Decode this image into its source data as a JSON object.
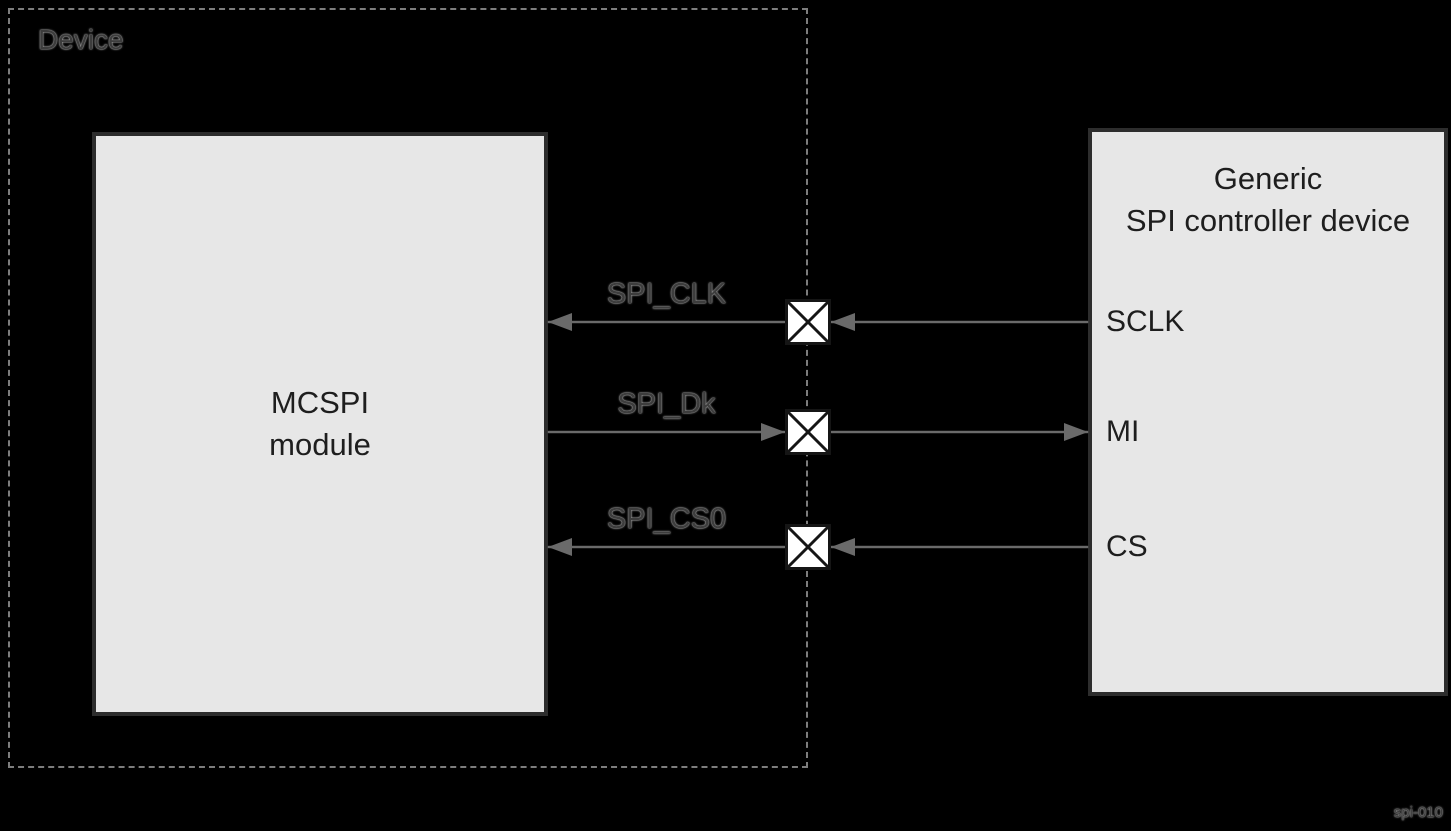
{
  "diagram": {
    "device_label": "Device",
    "mcspi": {
      "line1": "MCSPI",
      "line2": "module"
    },
    "controller": {
      "line1": "Generic",
      "line2": "SPI controller device",
      "ports": [
        "SCLK",
        "MI",
        "CS"
      ]
    },
    "signals": [
      {
        "label": "SPI_CLK",
        "direction": "left",
        "connects_to": "SCLK"
      },
      {
        "label": "SPI_Dk",
        "direction": "right",
        "connects_to": "MI"
      },
      {
        "label": "SPI_CS0",
        "direction": "left",
        "connects_to": "CS"
      }
    ],
    "watermark": "spi-010",
    "colors": {
      "background": "#000000",
      "box_fill": "#e7e7e7",
      "box_border": "#2d2d2d",
      "box_text": "#1e1e1e",
      "wire": "#6a6a6a",
      "boundary_dash": "#7d7d7d",
      "pad_fill": "#ffffff",
      "pad_stroke": "#151515"
    }
  }
}
